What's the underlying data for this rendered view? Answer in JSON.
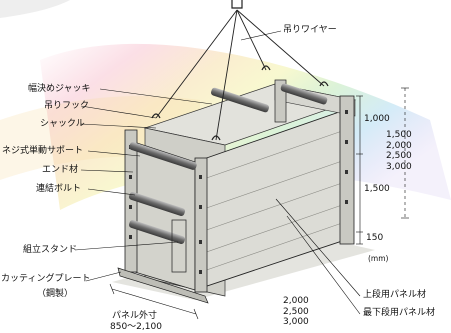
{
  "labels": {
    "wire": "吊りワイヤー",
    "width_jack": "幅決めジャッキ",
    "hook": "吊りフック",
    "shackle": "シャックル",
    "screw_strut": "ネジ式単動サポート",
    "end_member": "エンド材",
    "connecting_bolt": "連結ボルト",
    "assembly_stand": "組立スタンド",
    "cutting_plate": "カッティングプレート",
    "cutting_plate_material": "（鋼製）",
    "upper_panel": "上段用パネル材",
    "bottom_panel": "最下段用パネル材"
  },
  "dimensions": {
    "upper_height": "1,000",
    "lower_height": "1,500",
    "bottom_height": "150",
    "unit": "(mm)",
    "total_heights": [
      "1,500",
      "2,000",
      "2,500",
      "3,000"
    ],
    "panel_lengths": [
      "2,000",
      "2,500",
      "3,000"
    ],
    "panel_outer_title": "パネル外寸",
    "panel_outer_range": "850〜2,100"
  },
  "colors": {
    "panel": "#dcdcd6",
    "post": "#c9c9c2",
    "strut": "#6f6f6f",
    "line": "#1a1a1a",
    "rainbow": [
      "#f6b8c8",
      "#f6dca0",
      "#f2f2a0",
      "#b8e6b0",
      "#a8d8f0",
      "#c8b8ec"
    ]
  }
}
